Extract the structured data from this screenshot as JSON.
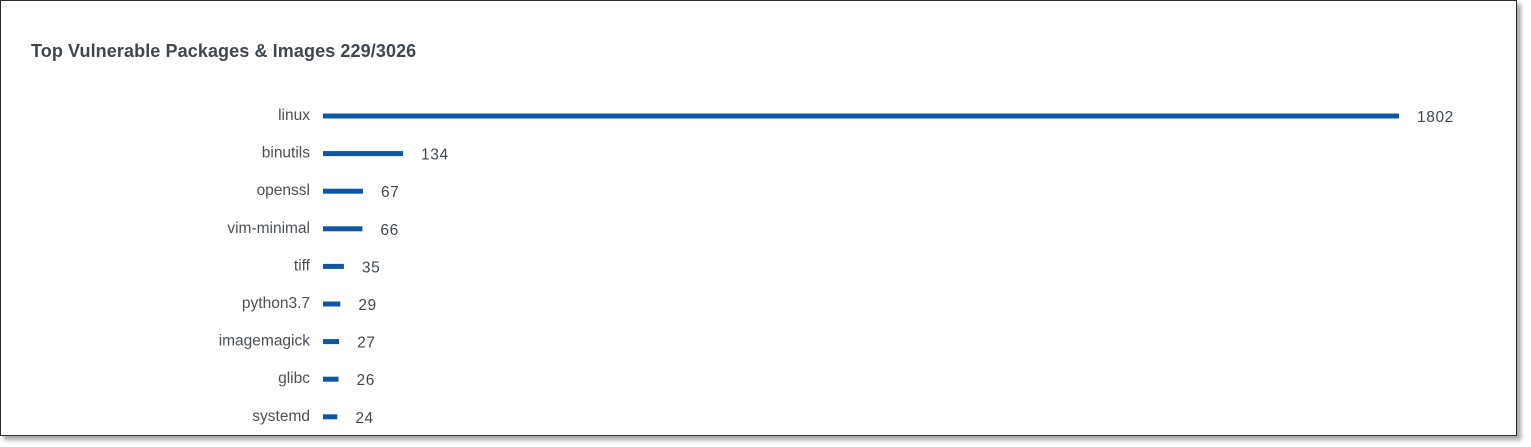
{
  "panel": {
    "title": "Top Vulnerable Packages & Images 229/3026"
  },
  "colors": {
    "bar": "#0e57a4",
    "text": "#4a4f57",
    "title": "#3f4751"
  },
  "chart_data": {
    "type": "bar",
    "orientation": "horizontal",
    "title": "Top Vulnerable Packages & Images 229/3026",
    "xlabel": "",
    "ylabel": "",
    "grid": false,
    "legend": "none",
    "data_labels": true,
    "xlim": [
      0,
      1802
    ],
    "categories": [
      "linux",
      "binutils",
      "openssl",
      "vim-minimal",
      "tiff",
      "python3.7",
      "imagemagick",
      "glibc",
      "systemd"
    ],
    "values": [
      1802,
      134,
      67,
      66,
      35,
      29,
      27,
      26,
      24
    ]
  }
}
